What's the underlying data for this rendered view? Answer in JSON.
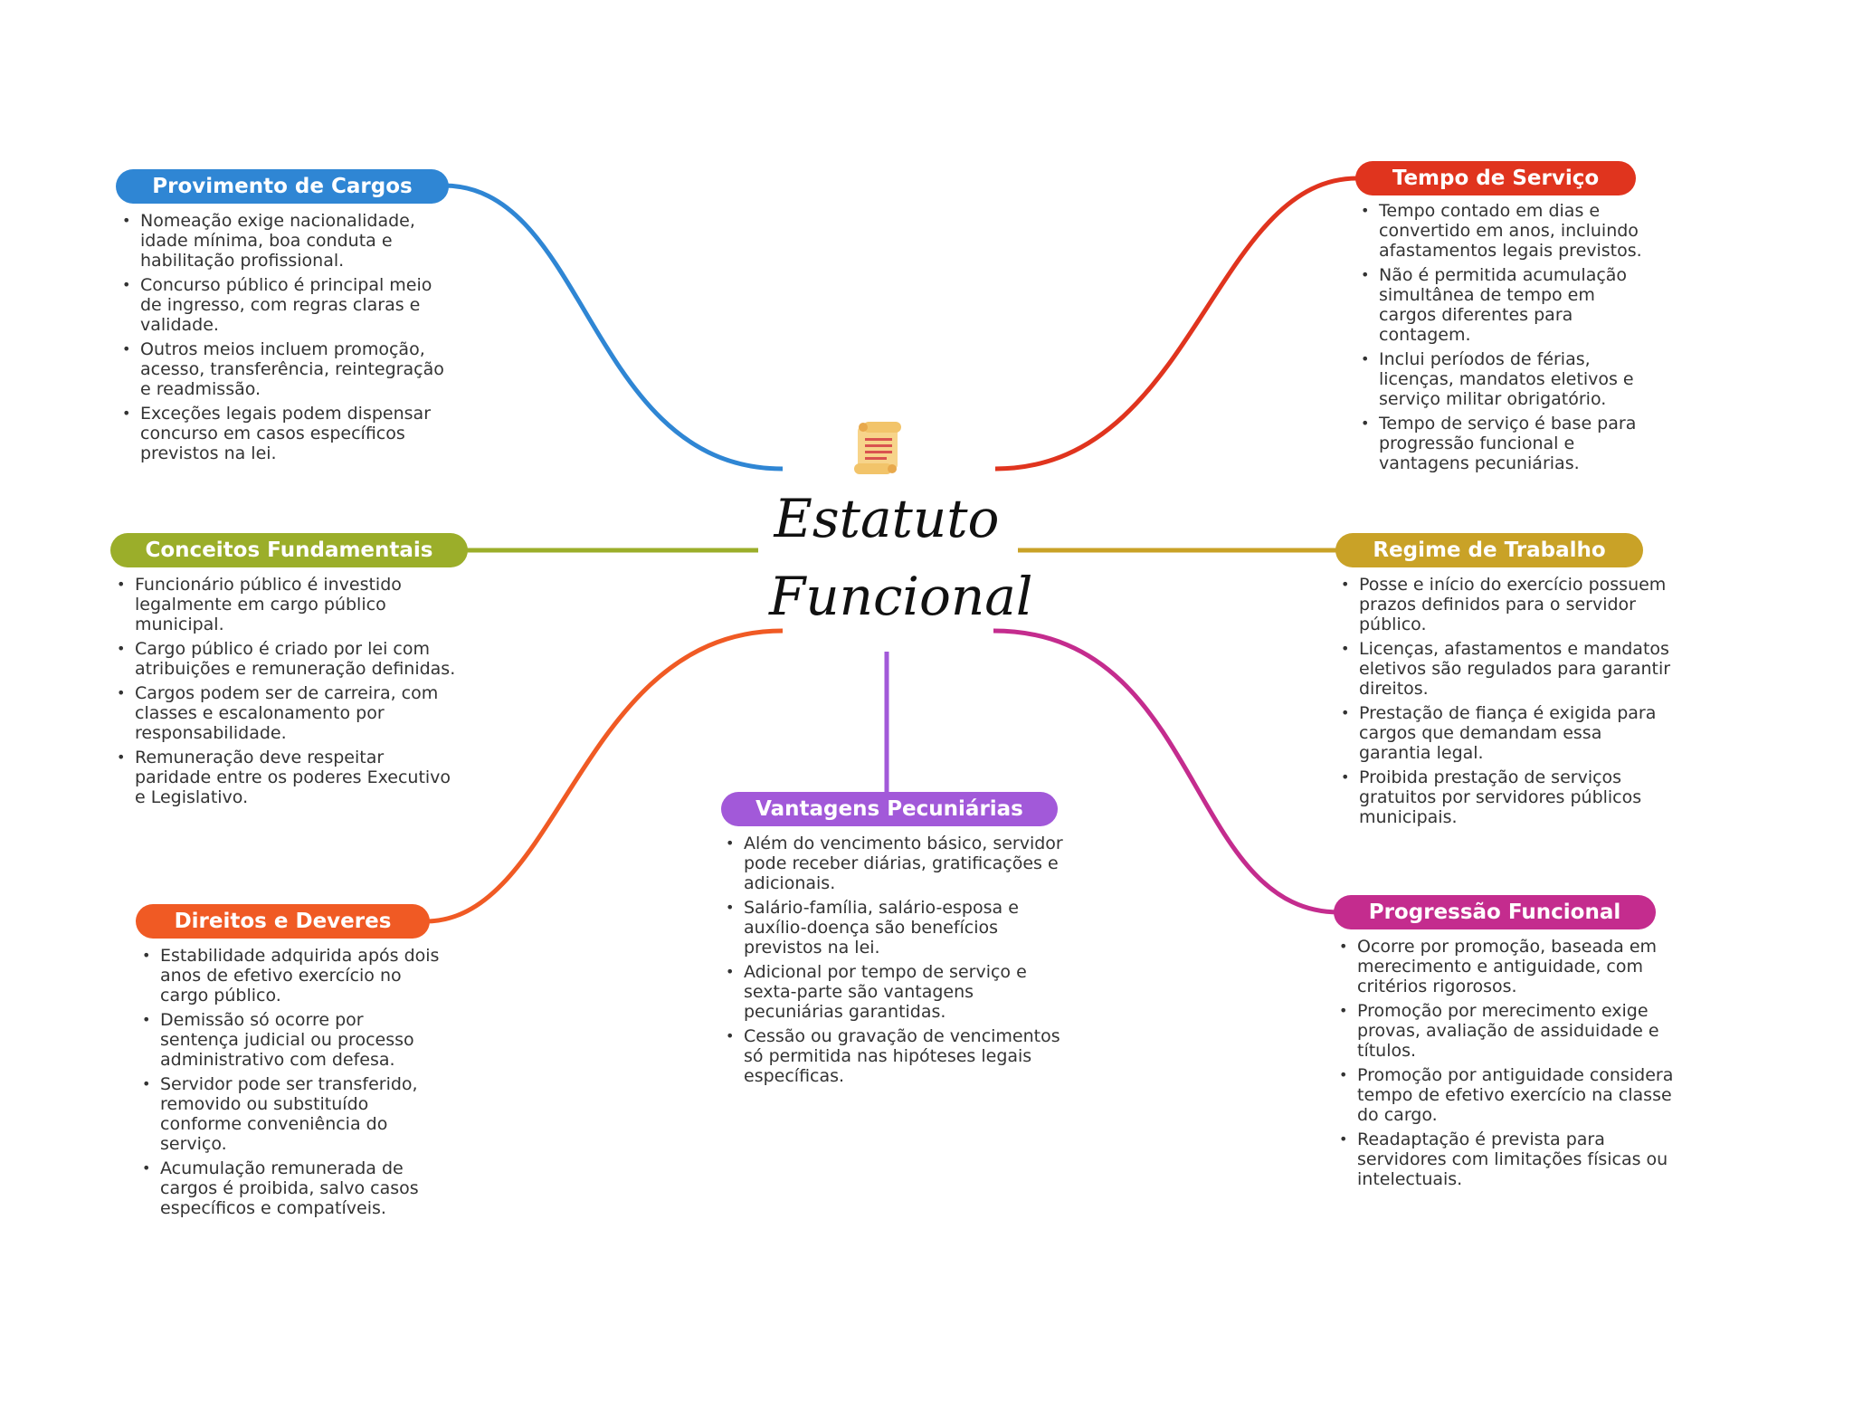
{
  "center": {
    "title_line1": "Estatuto",
    "title_line2": "Funcional",
    "icon": "scroll-icon"
  },
  "branches": {
    "provimento": {
      "title": "Provimento de Cargos",
      "color": "#2F86D4",
      "items": [
        "Nomeação exige nacionalidade, idade mínima, boa conduta e habilitação profissional.",
        "Concurso público é principal meio de ingresso, com regras claras e validade.",
        "Outros meios incluem promoção, acesso, transferência, reintegração e readmissão.",
        "Exceções legais podem dispensar concurso em casos específicos previstos na lei."
      ]
    },
    "conceitos": {
      "title": "Conceitos Fundamentais",
      "color": "#9BAE2A",
      "items": [
        "Funcionário público é investido legalmente em cargo público municipal.",
        "Cargo público é criado por lei com atribuições e remuneração definidas.",
        "Cargos podem ser de carreira, com classes e escalonamento por responsabilidade.",
        "Remuneração deve respeitar paridade entre os poderes Executivo e Legislativo."
      ]
    },
    "direitos": {
      "title": "Direitos e Deveres",
      "color": "#F05A24",
      "items": [
        "Estabilidade adquirida após dois anos de efetivo exercício no cargo público.",
        "Demissão só ocorre por sentença judicial ou processo administrativo com defesa.",
        "Servidor pode ser transferido, removido ou substituído conforme conveniência do serviço.",
        "Acumulação remunerada de cargos é proibida, salvo casos específicos e compatíveis."
      ]
    },
    "vantagens": {
      "title": "Vantagens Pecuniárias",
      "color": "#A259D9",
      "items": [
        "Além do vencimento básico, servidor pode receber diárias, gratificações e adicionais.",
        "Salário-família, salário-esposa e auxílio-doença são benefícios previstos na lei.",
        "Adicional por tempo de serviço e sexta-parte são vantagens pecuniárias garantidas.",
        "Cessão ou gravação de vencimentos só permitida nas hipóteses legais específicas."
      ]
    },
    "tempo": {
      "title": "Tempo de Serviço",
      "color": "#E0341E",
      "items": [
        "Tempo contado em dias e convertido em anos, incluindo afastamentos legais previstos.",
        "Não é permitida acumulação simultânea de tempo em cargos diferentes para contagem.",
        "Inclui períodos de férias, licenças, mandatos eletivos e serviço militar obrigatório.",
        "Tempo de serviço é base para progressão funcional e vantagens pecuniárias."
      ]
    },
    "regime": {
      "title": "Regime de Trabalho",
      "color": "#C9A227",
      "items": [
        "Posse e início do exercício possuem prazos definidos para o servidor público.",
        "Licenças, afastamentos e mandatos eletivos são regulados para garantir direitos.",
        "Prestação de fiança é exigida para cargos que demandam essa garantia legal.",
        "Proibida prestação de serviços gratuitos por servidores públicos municipais."
      ]
    },
    "progressao": {
      "title": "Progressão Funcional",
      "color": "#C42C8E",
      "items": [
        "Ocorre por promoção, baseada em merecimento e antiguidade, com critérios rigorosos.",
        "Promoção por merecimento exige provas, avaliação de assiduidade e títulos.",
        "Promoção por antiguidade considera tempo de efetivo exercício na classe do cargo.",
        "Readaptação é prevista para servidores com limitações físicas ou intelectuais."
      ]
    }
  }
}
